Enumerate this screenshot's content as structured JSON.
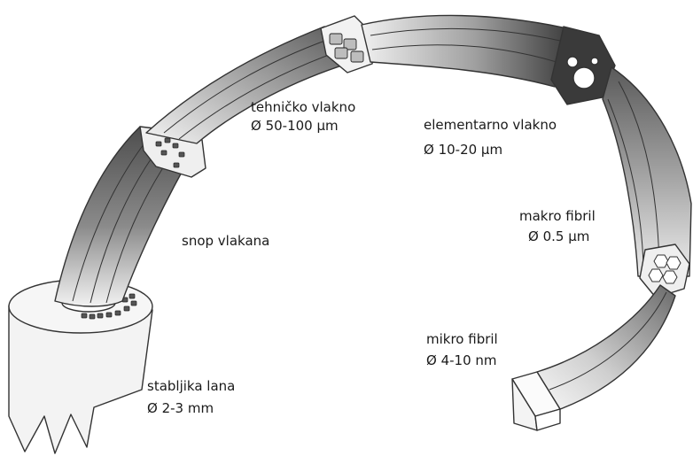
{
  "labels": {
    "stem": {
      "name": "stabljika lana",
      "size": "Ø 2-3 mm"
    },
    "bundle": {
      "name": "snop vlakana"
    },
    "technical_fiber": {
      "name": "tehničko vlakno",
      "size": "Ø 50-100 µm"
    },
    "elementary_fiber": {
      "name": "elementarno vlakno",
      "size": "Ø 10-20 µm"
    },
    "macro_fibril": {
      "name": "makro fibril",
      "size": "Ø 0.5 µm"
    },
    "micro_fibril": {
      "name": "mikro fibril",
      "size": "Ø 4-10 nm"
    }
  },
  "colors": {
    "outline": "#333333",
    "dark": "#5a5a5a",
    "light": "#ececec",
    "text": "#1a1a1a"
  }
}
